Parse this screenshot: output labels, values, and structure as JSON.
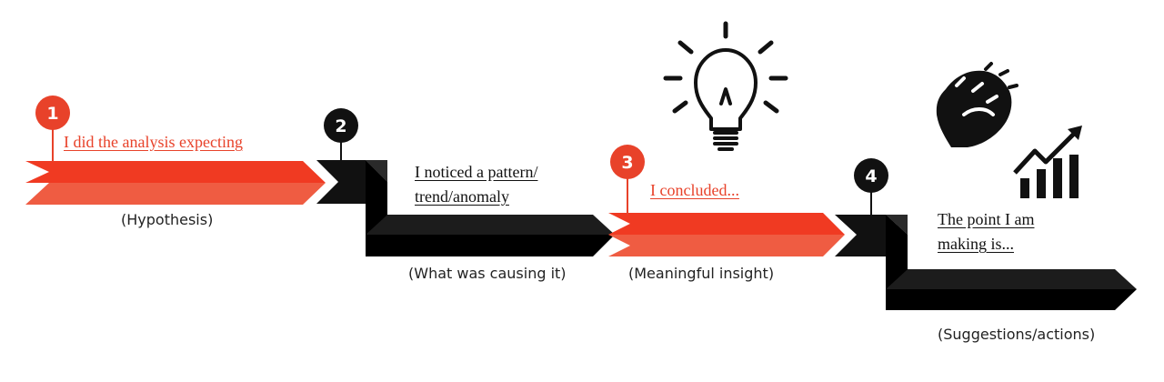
{
  "colors": {
    "accent": "#e8422a",
    "dark": "#111111"
  },
  "steps": [
    {
      "number": "1",
      "title": "I did the analysis expecting",
      "caption": "(Hypothesis)"
    },
    {
      "number": "2",
      "title_lines": [
        "I noticed a pattern/",
        "trend/anomaly"
      ],
      "caption": "(What was causing it)"
    },
    {
      "number": "3",
      "title": "I concluded...",
      "caption": "(Meaningful insight)",
      "icon": "lightbulb-icon"
    },
    {
      "number": "4",
      "title_lines": [
        "The point I am",
        "making is..."
      ],
      "caption": "(Suggestions/actions)",
      "icons": [
        "fist-icon",
        "growth-chart-icon"
      ]
    }
  ]
}
